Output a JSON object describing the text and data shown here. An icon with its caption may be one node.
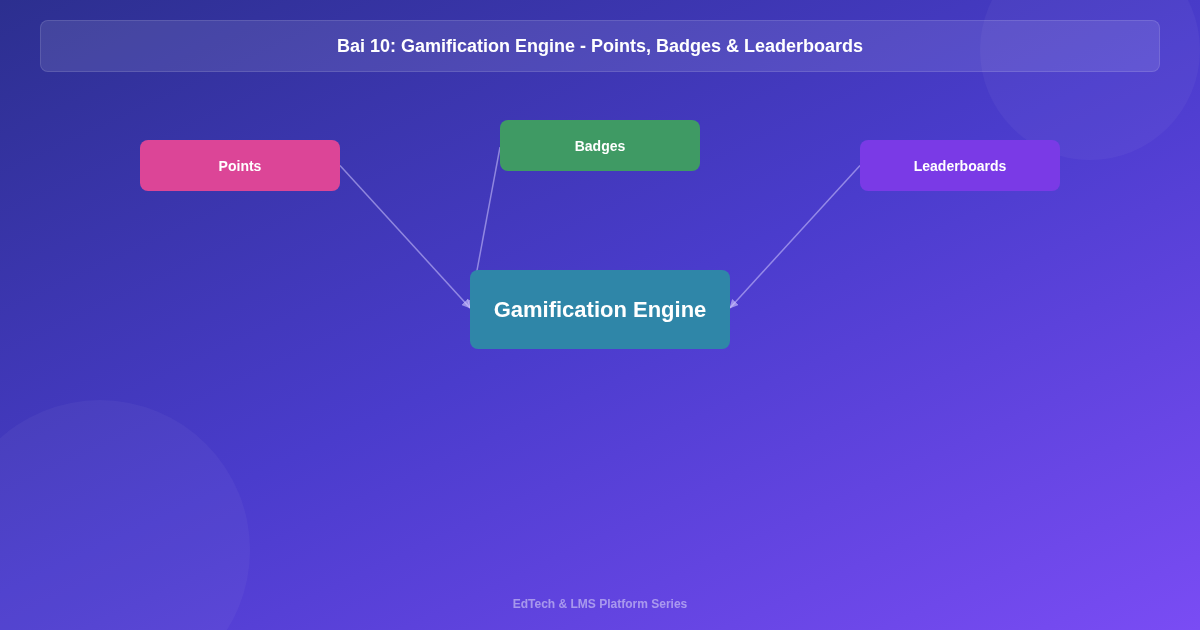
{
  "diagram": {
    "title": "Bai 10: Gamification Engine - Points, Badges & Leaderboards",
    "nodes": [
      {
        "text": [
          "Points"
        ]
      },
      {
        "text": [
          "Badges"
        ]
      },
      {
        "text": [
          "Leaderboards"
        ]
      },
      {
        "text": [
          "Gamification Engine"
        ]
      }
    ],
    "edges": [
      {
        "from": 0,
        "to": 3,
        "arrow": "to"
      },
      {
        "from": 1,
        "to": 3,
        "arrow": "to"
      },
      {
        "from": 2,
        "to": 3,
        "arrow": "to"
      }
    ],
    "labels": [
      "EdTech & LMS Platform Series"
    ]
  }
}
